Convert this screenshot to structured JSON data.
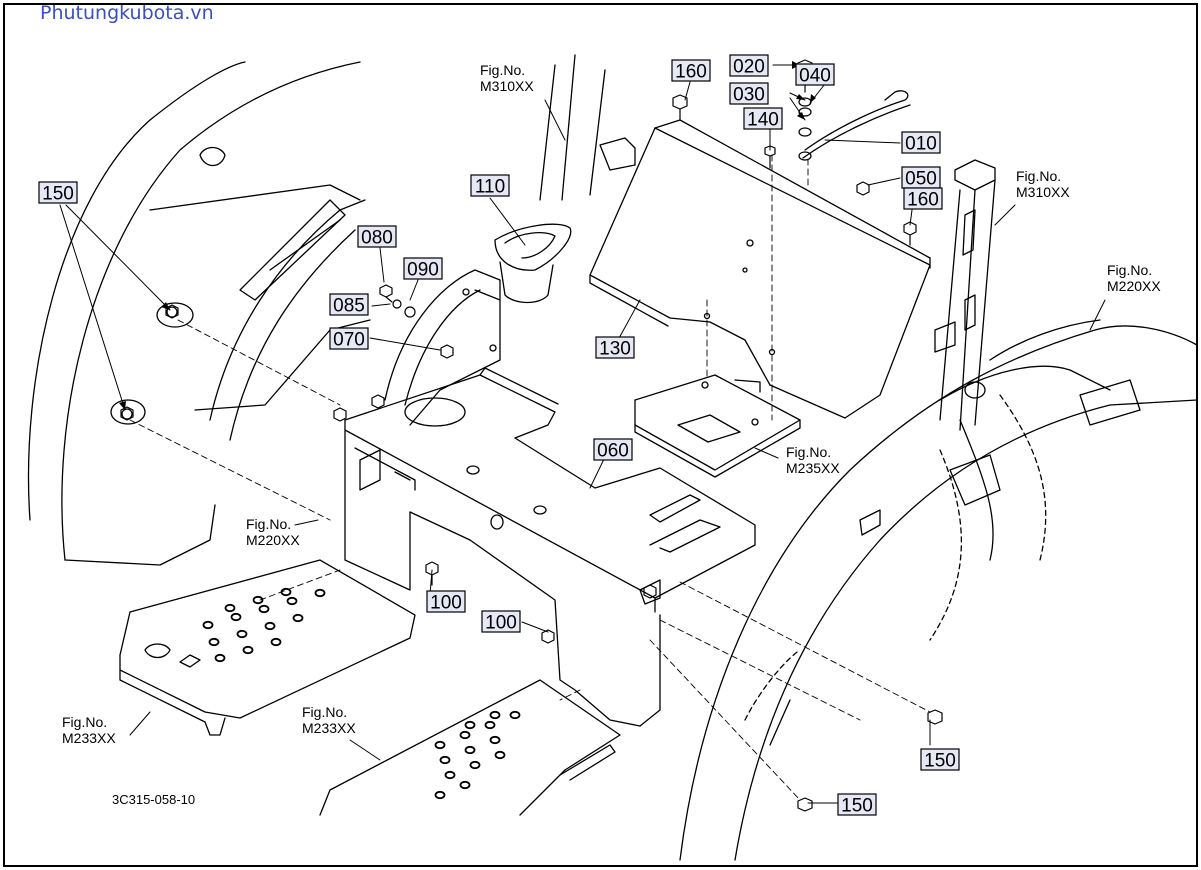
{
  "site_label": "Phutungkubota.vn",
  "drawing_code": "3C315-058-10",
  "fig_prefix": "Fig.No.",
  "fig_refs": [
    {
      "id": "m310-top",
      "code": "M310XX"
    },
    {
      "id": "m310-right",
      "code": "M310XX"
    },
    {
      "id": "m220-right",
      "code": "M220XX"
    },
    {
      "id": "m220-left",
      "code": "M220XX"
    },
    {
      "id": "m235",
      "code": "M235XX"
    },
    {
      "id": "m233-left",
      "code": "M233XX"
    },
    {
      "id": "m233-mid",
      "code": "M233XX"
    }
  ],
  "callouts": [
    {
      "id": "150-a",
      "label": "150"
    },
    {
      "id": "110",
      "label": "110"
    },
    {
      "id": "080",
      "label": "080"
    },
    {
      "id": "090",
      "label": "090"
    },
    {
      "id": "085",
      "label": "085"
    },
    {
      "id": "070",
      "label": "070"
    },
    {
      "id": "160-a",
      "label": "160"
    },
    {
      "id": "020",
      "label": "020"
    },
    {
      "id": "040",
      "label": "040"
    },
    {
      "id": "030",
      "label": "030"
    },
    {
      "id": "140",
      "label": "140"
    },
    {
      "id": "010",
      "label": "010"
    },
    {
      "id": "050",
      "label": "050"
    },
    {
      "id": "160-b",
      "label": "160"
    },
    {
      "id": "130",
      "label": "130"
    },
    {
      "id": "060",
      "label": "060"
    },
    {
      "id": "100-a",
      "label": "100"
    },
    {
      "id": "100-b",
      "label": "100"
    },
    {
      "id": "150-b",
      "label": "150"
    },
    {
      "id": "150-c",
      "label": "150"
    }
  ],
  "colors": {
    "callout_fill": "#e6e8f5",
    "site_label": "#3a4fb8",
    "line": "#000000"
  }
}
